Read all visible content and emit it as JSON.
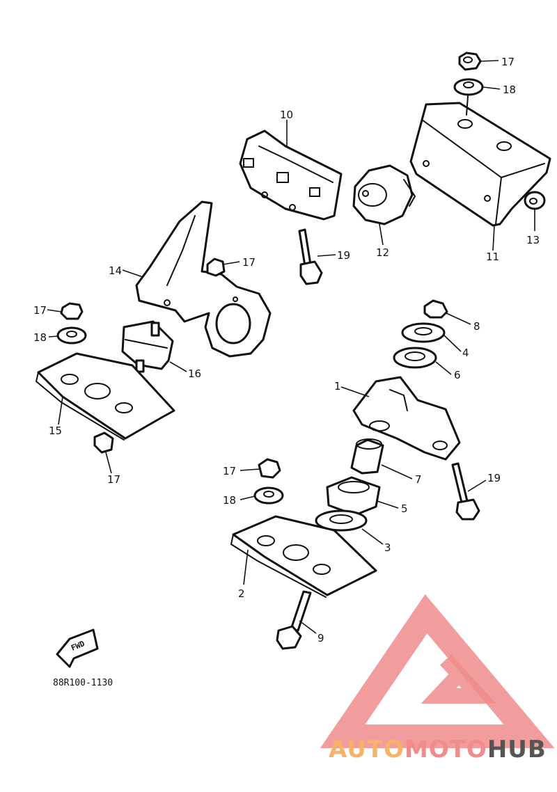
{
  "diagram_code": "88R100-1130",
  "fwd_label": "FWD",
  "watermark": {
    "auto": "AUTO",
    "moto": "MOTO",
    "hub": "HUB",
    "accent_color": "#f08c8c",
    "orange_color": "#f5b366",
    "gray_color": "#555555"
  },
  "callouts": [
    {
      "id": "c1",
      "text": "1"
    },
    {
      "id": "c2",
      "text": "2"
    },
    {
      "id": "c3",
      "text": "3"
    },
    {
      "id": "c4",
      "text": "4"
    },
    {
      "id": "c5",
      "text": "5"
    },
    {
      "id": "c6",
      "text": "6"
    },
    {
      "id": "c7",
      "text": "7"
    },
    {
      "id": "c8",
      "text": "8"
    },
    {
      "id": "c9",
      "text": "9"
    },
    {
      "id": "c10",
      "text": "10"
    },
    {
      "id": "c11",
      "text": "11"
    },
    {
      "id": "c12",
      "text": "12"
    },
    {
      "id": "c13",
      "text": "13"
    },
    {
      "id": "c14",
      "text": "14"
    },
    {
      "id": "c15",
      "text": "15"
    },
    {
      "id": "c16",
      "text": "16"
    },
    {
      "id": "c17a",
      "text": "17"
    },
    {
      "id": "c17b",
      "text": "17"
    },
    {
      "id": "c17c",
      "text": "17"
    },
    {
      "id": "c17d",
      "text": "17"
    },
    {
      "id": "c17e",
      "text": "17"
    },
    {
      "id": "c18a",
      "text": "18"
    },
    {
      "id": "c18b",
      "text": "18"
    },
    {
      "id": "c18c",
      "text": "18"
    },
    {
      "id": "c19a",
      "text": "19"
    },
    {
      "id": "c19b",
      "text": "19"
    }
  ]
}
